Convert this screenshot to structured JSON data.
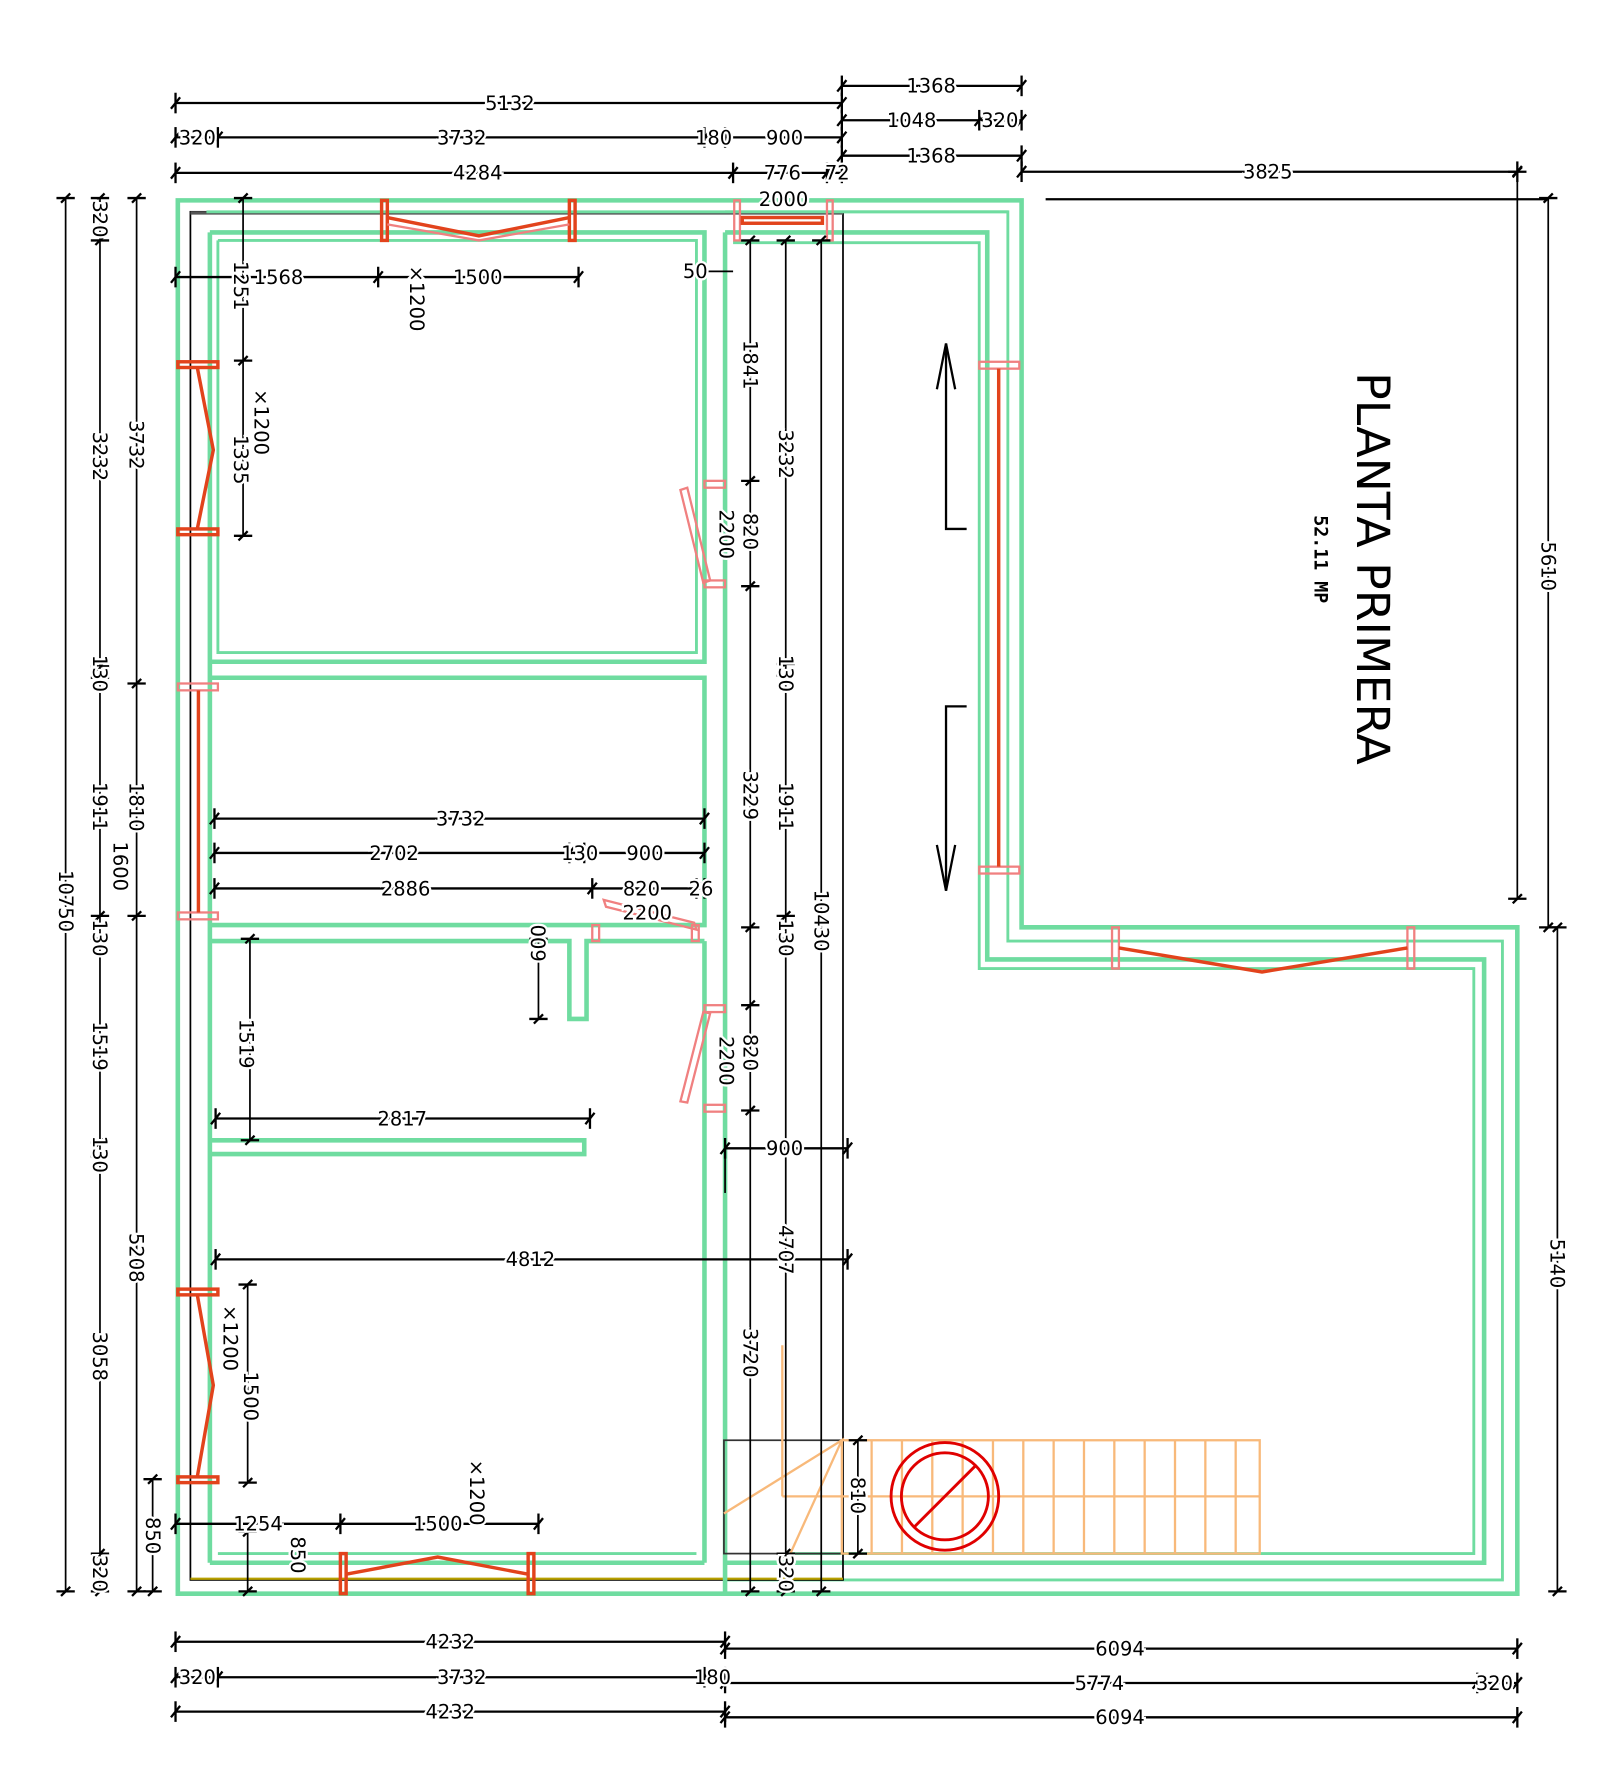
{
  "plan": {
    "title": "PLANTA PRIMERA",
    "area": "52.11 MP",
    "colors": {
      "walls": "#6fdca0",
      "windows": "#e2431c",
      "doors": "#f08080",
      "stairs": "#f8b97a",
      "chimney": "#e00000"
    }
  },
  "dims": {
    "top": [
      "5132",
      "1368",
      "320",
      "3732",
      "180",
      "900",
      "1048",
      "320",
      "1368",
      "4284",
      "776",
      "72",
      "3825",
      "2000"
    ],
    "interior": [
      "1568",
      "1500",
      "×1200",
      "1251",
      "50",
      "×1200",
      "1335",
      "1841",
      "3232",
      "820",
      "2200",
      "130",
      "3229",
      "1911",
      "10430",
      "3732",
      "2702",
      "130",
      "900",
      "2886",
      "820",
      "26",
      "2200",
      "130",
      "600",
      "1519",
      "820",
      "2200",
      "2817",
      "900",
      "4707",
      "4812",
      "×1200",
      "1500",
      "3720",
      "×1200",
      "810",
      "1254",
      "1500",
      "850",
      "320"
    ],
    "left": [
      "10750",
      "320",
      "3232",
      "130",
      "1911",
      "130",
      "1519",
      "130",
      "3058",
      "320",
      "3732",
      "1810",
      "1600",
      "5208",
      "850"
    ],
    "right": [
      "5610",
      "5140"
    ],
    "bottom": [
      "4232",
      "6094",
      "320",
      "3732",
      "180",
      "5774",
      "320",
      "4232",
      "6094"
    ]
  }
}
